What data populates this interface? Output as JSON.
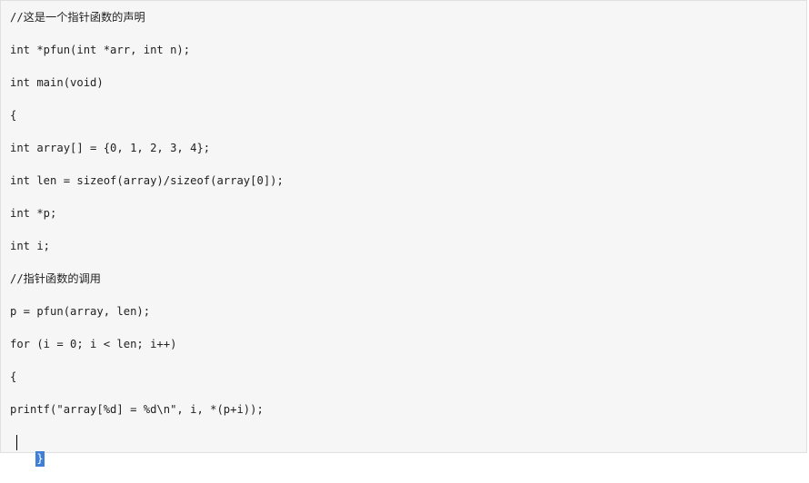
{
  "code_lines": [
    "//这是一个指针函数的声明",
    "int *pfun(int *arr, int n);",
    "int main(void)",
    "{",
    "int array[] = {0, 1, 2, 3, 4};",
    "int len = sizeof(array)/sizeof(array[0]);",
    "int *p;",
    "int i;",
    "//指针函数的调用",
    "p = pfun(array, len);",
    "for (i = 0; i < len; i++)",
    "{",
    "printf(\"array[%d] = %d\\n\", i, *(p+i));",
    "}"
  ],
  "selection": {
    "text": "}",
    "color": "#3f7fd8"
  }
}
